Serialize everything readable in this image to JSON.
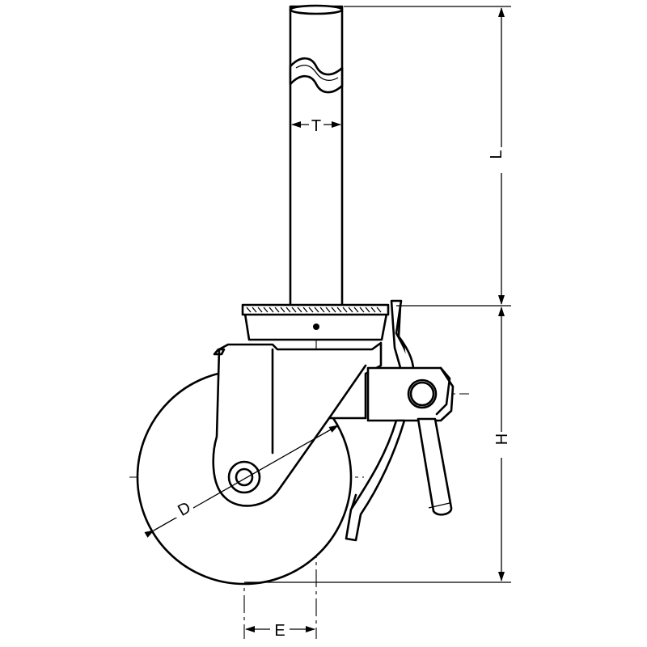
{
  "diagram": {
    "labels": {
      "tube_diameter": "T",
      "length": "L",
      "height": "H",
      "wheel_diameter": "D",
      "offset": "E"
    }
  }
}
